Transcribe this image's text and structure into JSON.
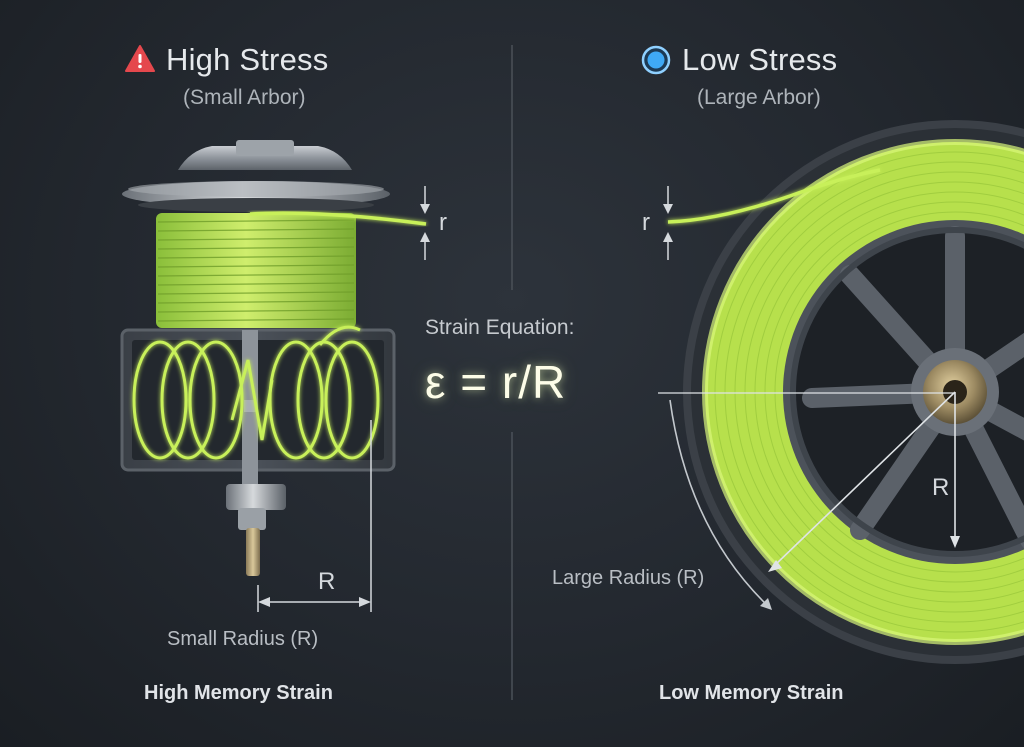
{
  "left_panel": {
    "title": "High Stress",
    "subtitle": "(Small Arbor)",
    "line_thickness_label": "r",
    "radius_letter": "R",
    "radius_label": "Small Radius (R)",
    "footer": "High Memory Strain",
    "status_icon": "warning-triangle-icon"
  },
  "right_panel": {
    "title": "Low Stress",
    "subtitle": "(Large Arbor)",
    "line_thickness_label": "r",
    "radius_letter": "R",
    "radius_label": "Large Radius (R)",
    "footer": "Low Memory Strain",
    "status_icon": "blue-dot-icon"
  },
  "center": {
    "equation_label": "Strain Equation:",
    "equation": "ε = r/R"
  },
  "colors": {
    "line_green": "#c8f05a",
    "warning_red": "#e5484d",
    "info_blue": "#3fa9f5",
    "background": "#22272e"
  }
}
